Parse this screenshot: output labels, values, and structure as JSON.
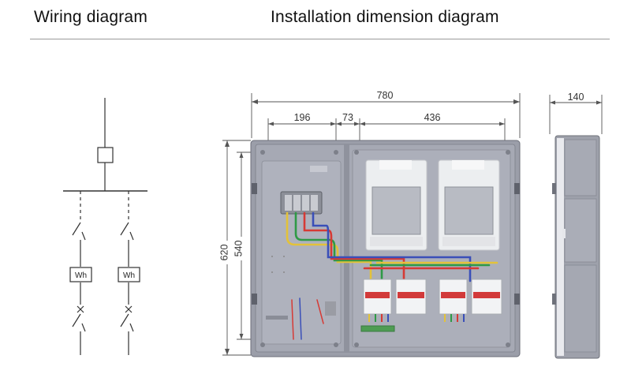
{
  "titles": {
    "wiring": "Wiring diagram",
    "installation": "Installation dimension diagram"
  },
  "wiring": {
    "meter_label_left": "Wh",
    "meter_label_right": "Wh"
  },
  "dimensions": {
    "overall_width": "780",
    "segment_left": "196",
    "segment_middle": "73",
    "segment_right": "436",
    "overall_height": "620",
    "inner_height": "540",
    "depth": "140"
  }
}
